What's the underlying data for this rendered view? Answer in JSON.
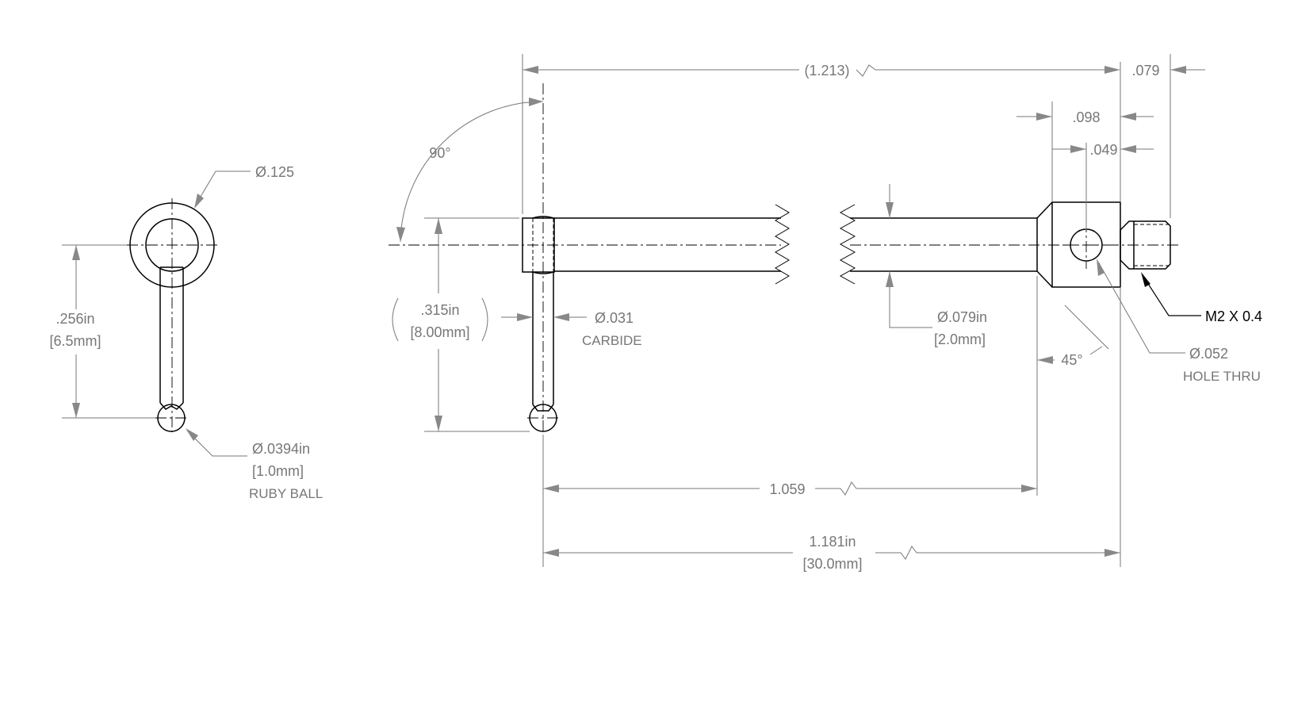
{
  "left_view": {
    "ring_dia": "Ø.125",
    "height_in": ".256in",
    "height_mm": "[6.5mm]",
    "ball_dia": "Ø.0394in",
    "ball_dia_mm": "[1.0mm]",
    "ball_note": "RUBY BALL"
  },
  "main_view": {
    "overall_ref": "(1.213)",
    "thread_len": ".079",
    "hole_offset": ".098",
    "hole_half": ".049",
    "angle_top": "90°",
    "stem_height_in": ".315in",
    "stem_height_mm": "[8.00mm]",
    "stem_dia": "Ø.031",
    "stem_material": "CARBIDE",
    "shaft_dia": "Ø.079in",
    "shaft_dia_mm": "[2.0mm]",
    "chamfer": "45°",
    "hole_dia": "Ø.052",
    "hole_note": "HOLE THRU",
    "thread": "M2 X 0.4",
    "len_body": "1.059",
    "len_total_in": "1.181in",
    "len_total_mm": "[30.0mm]"
  }
}
